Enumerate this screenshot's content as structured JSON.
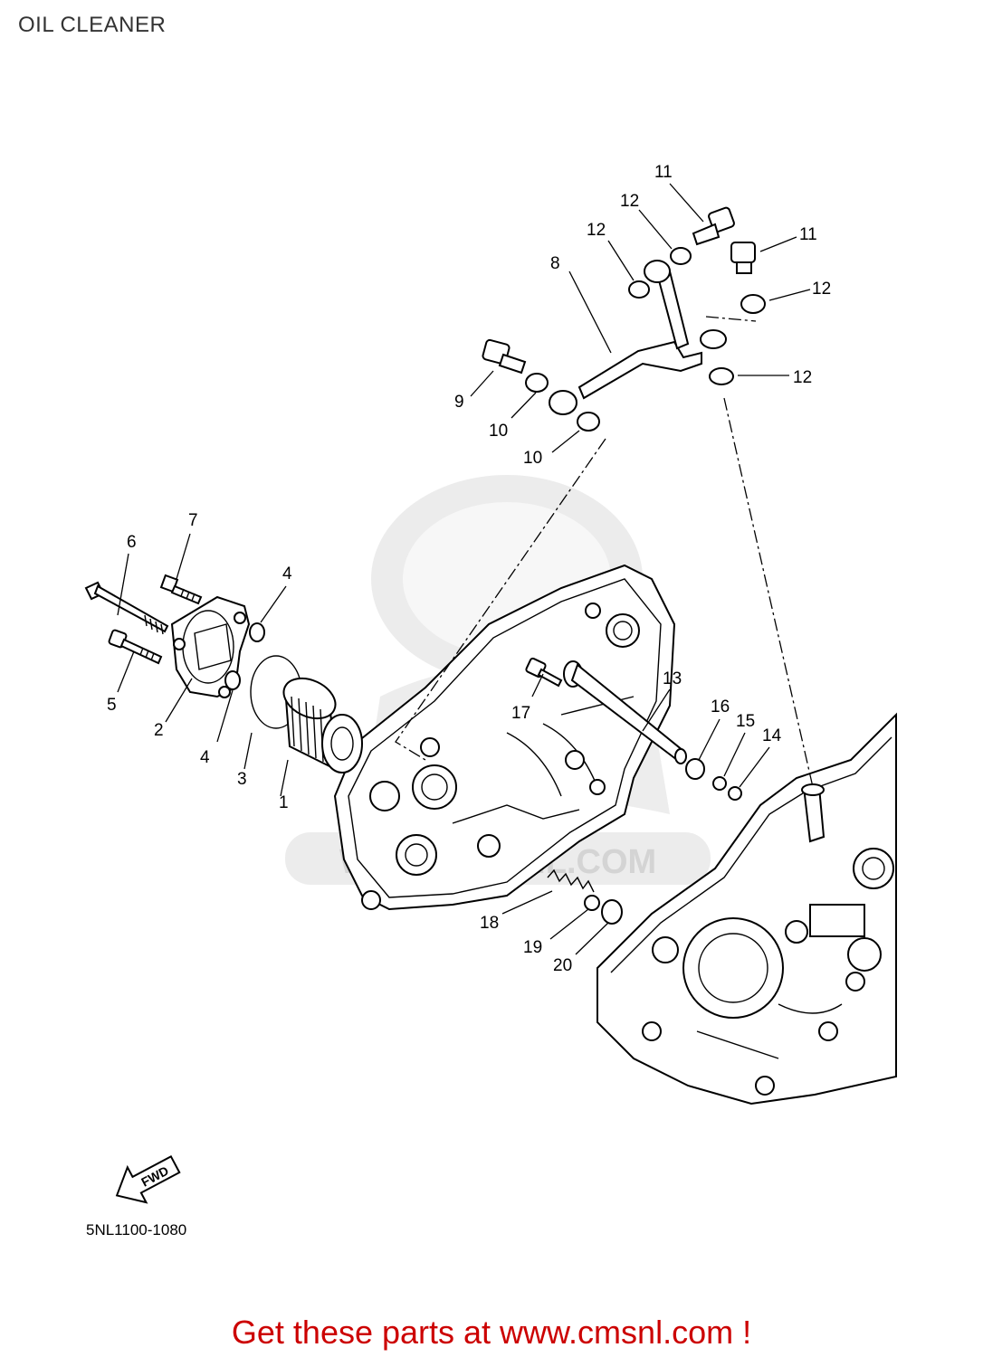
{
  "title": "OIL CLEANER",
  "diagram_code": "5NL1100-1080",
  "fwd_label": "FWD",
  "watermark_text": "WWW.CMSNL.COM",
  "banner": "Get these parts at www.cmsnl.com !",
  "callouts": {
    "c1": "1",
    "c2": "2",
    "c3": "3",
    "c4a": "4",
    "c4b": "4",
    "c5": "5",
    "c6": "6",
    "c7": "7",
    "c8": "8",
    "c9": "9",
    "c10a": "10",
    "c10b": "10",
    "c11a": "11",
    "c11b": "11",
    "c12a": "12",
    "c12b": "12",
    "c12c": "12",
    "c12d": "12",
    "c13": "13",
    "c14": "14",
    "c15": "15",
    "c16": "16",
    "c17": "17",
    "c18": "18",
    "c19": "19",
    "c20": "20"
  },
  "colors": {
    "banner": "#cc0000",
    "watermark": "#d4d4d4",
    "line": "#000000"
  }
}
